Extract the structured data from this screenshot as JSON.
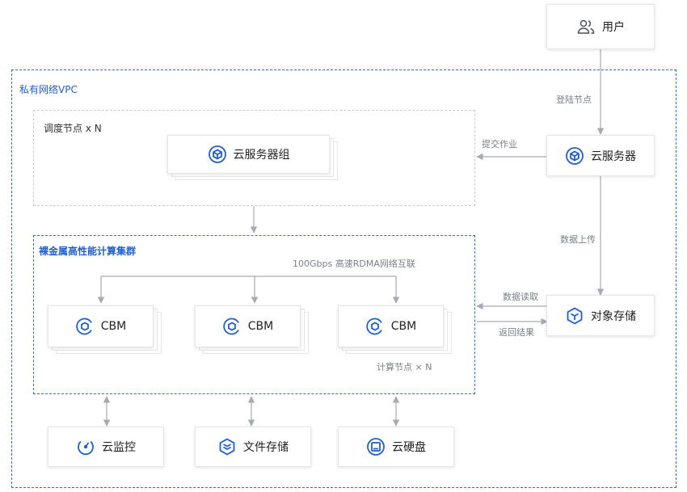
{
  "colors": {
    "accent": "#1f5fd0",
    "line": "#a6aab2",
    "frame": "#2f6fd8"
  },
  "regions": {
    "vpc": "私有网络VPC",
    "scheduling": "调度节点 x N",
    "cluster": "裸金属高性能计算集群",
    "network": "100Gbps 高速RDMA网络互联",
    "compute_nodes": "计算节点 × N"
  },
  "nodes": {
    "user": {
      "label": "用户",
      "icon": "users-icon"
    },
    "cvm": {
      "label": "云服务器",
      "icon": "cube-icon"
    },
    "cvm_group": {
      "label": "云服务器组",
      "icon": "cube-icon"
    },
    "storage": {
      "label": "对象存储",
      "icon": "box-icon"
    },
    "cbm": [
      {
        "label": "CBM",
        "icon": "cbm-icon"
      },
      {
        "label": "CBM",
        "icon": "cbm-icon"
      },
      {
        "label": "CBM",
        "icon": "cbm-icon"
      }
    ],
    "monitor": {
      "label": "云监控",
      "icon": "monitor-icon"
    },
    "file_storage": {
      "label": "文件存储",
      "icon": "layers-icon"
    },
    "cloud_disk": {
      "label": "云硬盘",
      "icon": "disk-icon"
    }
  },
  "edges": {
    "login": "登陆节点",
    "submit": "提交作业",
    "upload": "数据上传",
    "read": "数据读取",
    "return": "返回结果"
  }
}
